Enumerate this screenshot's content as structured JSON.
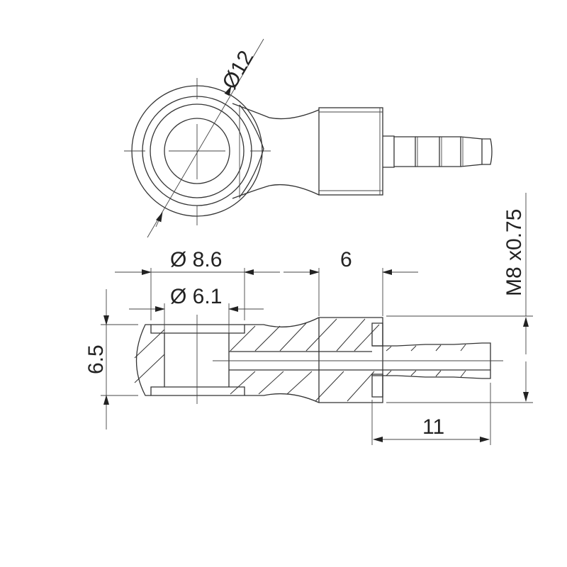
{
  "drawing": {
    "title": "Banjo hose fitting technical drawing",
    "views": [
      "top-view",
      "section-view"
    ],
    "line_color": "#333333"
  },
  "dimensions": {
    "outer_ring_diameter": "Ø12",
    "bore_outer_diameter": "Ø 8.6",
    "bore_inner_diameter": "Ø 6.1",
    "thread_length": "6",
    "thread_spec": "M8 x0.75",
    "ring_thickness": "6.5",
    "barb_length": "11"
  }
}
